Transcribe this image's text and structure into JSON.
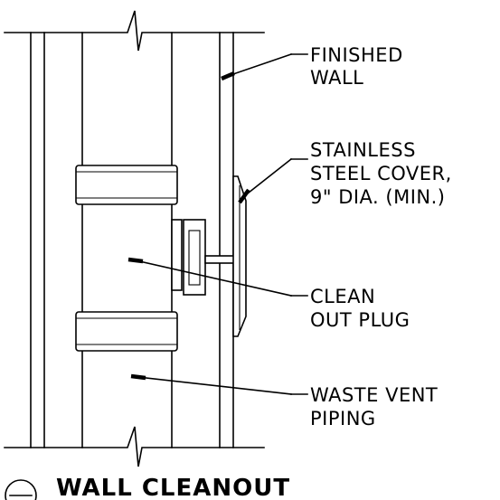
{
  "labels": {
    "finished_wall": [
      "FINISHED",
      "WALL"
    ],
    "stainless_cover": [
      "STAINLESS",
      "STEEL COVER,",
      "9\" DIA. (MIN.)"
    ],
    "clean_out_plug": [
      "CLEAN",
      "OUT PLUG"
    ],
    "waste_vent_piping": [
      "WASTE VENT",
      "PIPING"
    ]
  },
  "title": "WALL CLEANOUT"
}
